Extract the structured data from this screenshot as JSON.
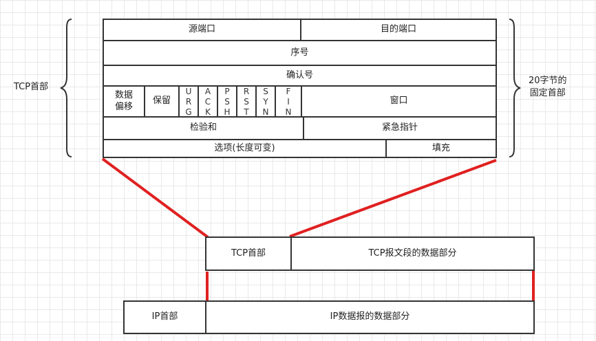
{
  "header_rows": {
    "source_port": "源端口",
    "dest_port": "目的端口",
    "sequence": "序号",
    "ack_number": "确认号",
    "data_offset": "数据\n偏移",
    "reserved": "保留",
    "flags": [
      "URG",
      "ACK",
      "PSH",
      "RST",
      "SYN",
      "FIN"
    ],
    "window": "窗口",
    "checksum": "检验和",
    "urgent_pointer": "紧急指针",
    "options": "选项(长度可变)",
    "padding": "填充"
  },
  "labels": {
    "tcp_header": "TCP首部",
    "fixed_header": "20字节的\n固定首部"
  },
  "segment": {
    "tcp_header": "TCP首部",
    "tcp_data": "TCP报文段的数据部分"
  },
  "datagram": {
    "ip_header": "IP首部",
    "ip_data": "IP数据报的数据部分"
  },
  "colors": {
    "connector": "#e02020",
    "border": "#333333",
    "grid": "#e9e9e9"
  }
}
